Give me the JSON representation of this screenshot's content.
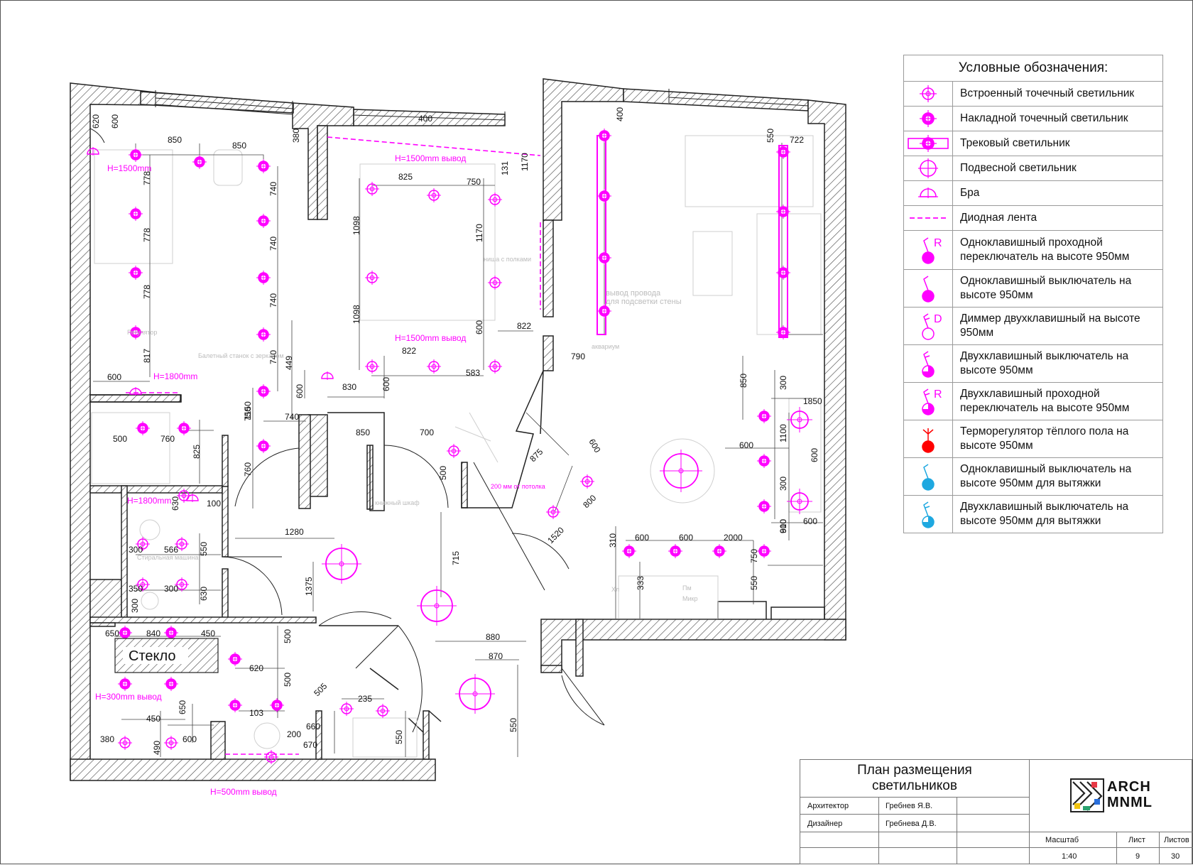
{
  "legend": {
    "title": "Условные обозначения:",
    "items": [
      {
        "icon": "recessed-spotlight-icon",
        "label": "Встроенный точечный светильник"
      },
      {
        "icon": "surface-spotlight-icon",
        "label": "Накладной точечный светильник"
      },
      {
        "icon": "track-light-icon",
        "label": "Трековый светильник"
      },
      {
        "icon": "pendant-light-icon",
        "label": "Подвесной светильник"
      },
      {
        "icon": "wall-sconce-icon",
        "label": "Бра"
      },
      {
        "icon": "led-strip-icon",
        "label": "Диодная лента"
      },
      {
        "icon": "single-passthrough-switch-icon",
        "label": "Одноклавишный проходной переключатель на высоте 950мм"
      },
      {
        "icon": "single-switch-icon",
        "label": "Одноклавишный выключатель на высоте 950мм"
      },
      {
        "icon": "dimmer-icon",
        "label": "Диммер двухклавишный на высоте 950мм"
      },
      {
        "icon": "double-switch-icon",
        "label": "Двухклавишный выключатель на высоте 950мм"
      },
      {
        "icon": "double-passthrough-switch-icon",
        "label": "Двухклавишный проходной переключатель на высоте 950мм"
      },
      {
        "icon": "floor-thermostat-icon",
        "label": "Терморегулятор тёплого пола на высоте 950мм"
      },
      {
        "icon": "hood-single-switch-icon",
        "label": "Одноклавишный выключатель на высоте 950мм для вытяжки"
      },
      {
        "icon": "hood-double-switch-icon",
        "label": "Двухклавишный выключатель на высоте 950мм для вытяжки"
      }
    ]
  },
  "title_block": {
    "title_line1": "План размещения",
    "title_line2": "светильников",
    "architect_label": "Архитектор",
    "architect_name": "Гребнев Я.В.",
    "designer_label": "Дизайнер",
    "designer_name": "Гребнева Д.В.",
    "scale_label": "Масштаб",
    "sheet_label": "Лист",
    "sheets_label": "Листов",
    "scale_value": "1:40",
    "sheet_value": "9",
    "sheets_value": "30",
    "logo_line1": "ARCH",
    "logo_line2": "MNML"
  },
  "plan": {
    "notes_magenta": [
      "H=1500mm",
      "H=1800mm",
      "H=1500mm вывод",
      "H=1500mm вывод",
      "H=1800mm",
      "H=300mm вывод",
      "H=500mm вывод",
      "200 мм от потолка"
    ],
    "notes_grey": [
      "вывод провода",
      "для подсветки стены",
      "ниша с полками",
      "книжный шкаф",
      "Стиральная машина",
      "Балетный станок с зеркалом",
      "Регулятор",
      "аквариум",
      "Хл",
      "Пм",
      "Микр"
    ],
    "glass_label": "Стекло",
    "dimensions": [
      "620",
      "600",
      "850",
      "850",
      "380",
      "778",
      "740",
      "778",
      "740",
      "778",
      "740",
      "817",
      "740",
      "1150",
      "449",
      "600",
      "600",
      "740",
      "750",
      "760",
      "500",
      "760",
      "825",
      "825",
      "750",
      "131",
      "1170",
      "1098",
      "1170",
      "1098",
      "600",
      "822",
      "822",
      "583",
      "600",
      "830",
      "850",
      "700",
      "500",
      "875",
      "600",
      "800",
      "1520",
      "1280",
      "715",
      "1375",
      "880",
      "870",
      "550",
      "630",
      "566",
      "550",
      "630",
      "300",
      "300",
      "350",
      "100",
      "300",
      "650",
      "840",
      "450",
      "500",
      "620",
      "500",
      "103",
      "505",
      "235",
      "660",
      "650",
      "450",
      "380",
      "490",
      "600",
      "200",
      "670",
      "550",
      "400",
      "400",
      "550",
      "722",
      "790",
      "850",
      "300",
      "1850",
      "600",
      "1100",
      "600",
      "300",
      "600",
      "600",
      "600",
      "600",
      "2000",
      "910",
      "310",
      "333",
      "750",
      "550"
    ]
  },
  "colors": {
    "accent": "#ff00ff",
    "red": "#ff0000",
    "cyan": "#1ea8e0",
    "wall": "#333333"
  }
}
